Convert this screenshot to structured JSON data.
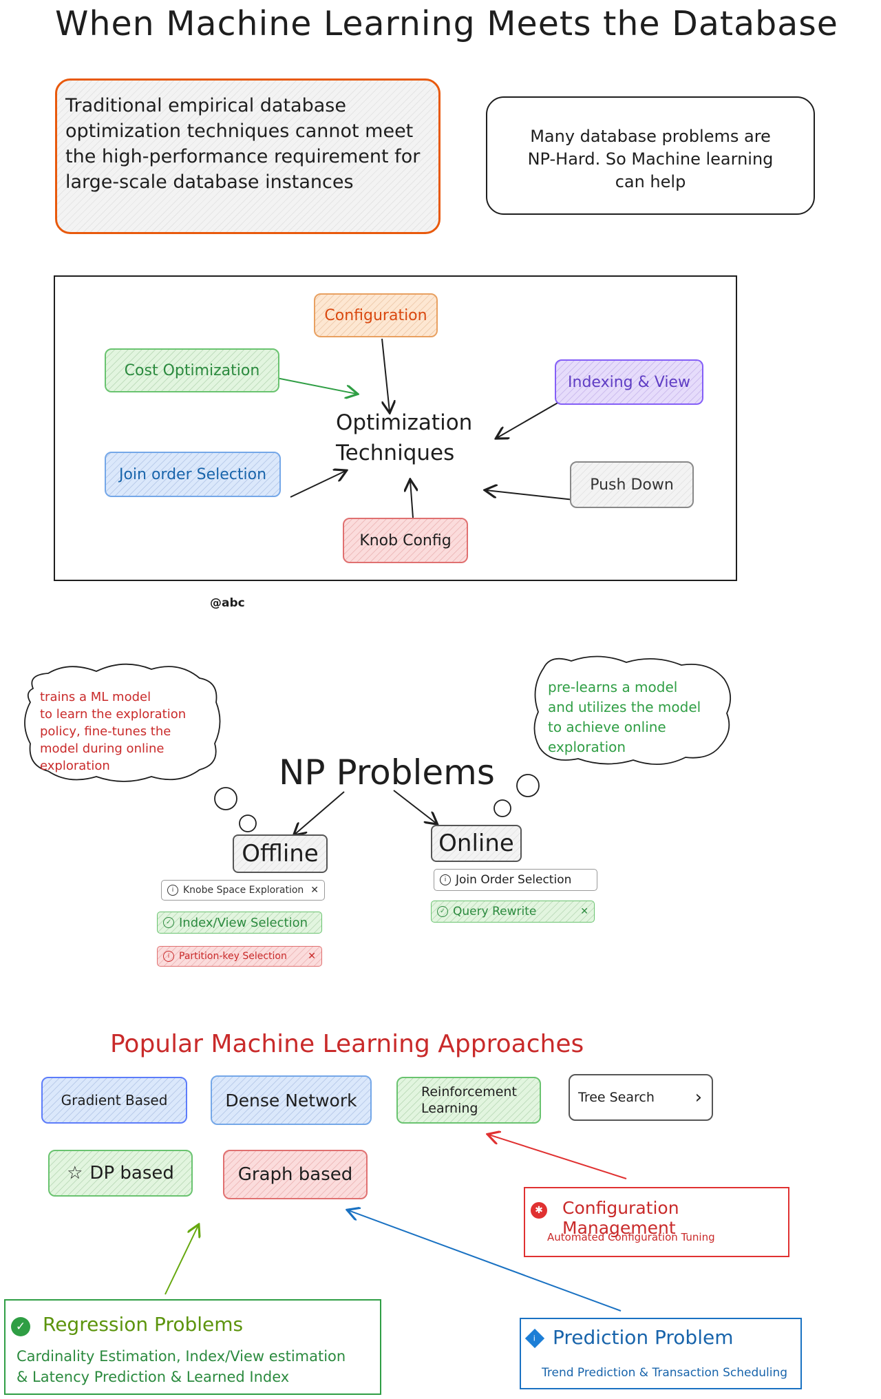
{
  "title": "When Machine Learning Meets the Database",
  "notes": {
    "left": "Traditional empirical database optimization techniques cannot meet the high-performance requirement for large-scale database instances",
    "right_line1": "Many database problems are",
    "right_line2": "NP-Hard.  So Machine learning",
    "right_line3": "can help"
  },
  "optimization": {
    "center_line1": "Optimization",
    "center_line2": "Techniques",
    "configuration": "Configuration",
    "cost": "Cost Optimization",
    "indexing": "Indexing & View",
    "join": "Join order Selection",
    "pushdown": "Push Down",
    "knob": "Knob Config"
  },
  "handle": "@abc",
  "np": {
    "title": "NP Problems",
    "offline": "Offline",
    "online": "Online",
    "offline_thought_l1": "trains a ML model",
    "offline_thought_l2": "to learn the exploration",
    "offline_thought_l3": "policy, fine-tunes the",
    "offline_thought_l4": "model during online",
    "offline_thought_l5": "exploration",
    "online_thought_l1": "pre-learns a model",
    "online_thought_l2": "and utilizes the model",
    "online_thought_l3": "to achieve online",
    "online_thought_l4": "exploration",
    "offline_items": [
      "Knobe Space Exploration",
      "Index/View Selection",
      "Partition-key Selection"
    ],
    "online_items": [
      "Join Order Selection",
      "Query Rewrite"
    ]
  },
  "popular": {
    "title": "Popular Machine Learning Approaches",
    "gradient": "Gradient Based",
    "dense": "Dense Network",
    "rl_l1": "Reinforcement",
    "rl_l2": "Learning",
    "tree": "Tree Search",
    "dp": "DP based",
    "graph": "Graph based"
  },
  "config_mgmt": {
    "title": "Configuration Management",
    "subtitle": "Automated Configuration Tuning"
  },
  "regression": {
    "title": "Regression Problems",
    "line1": "Cardinality Estimation, Index/View estimation",
    "line2": "& Latency Prediction & Learned Index"
  },
  "prediction": {
    "title": "Prediction Problem",
    "subtitle": "Trend Prediction & Transaction Scheduling"
  },
  "colors": {
    "orange": "#e8590c",
    "green": "#2f9e44",
    "red": "#e03131",
    "blue": "#1971c2",
    "purple": "#6741d9"
  }
}
